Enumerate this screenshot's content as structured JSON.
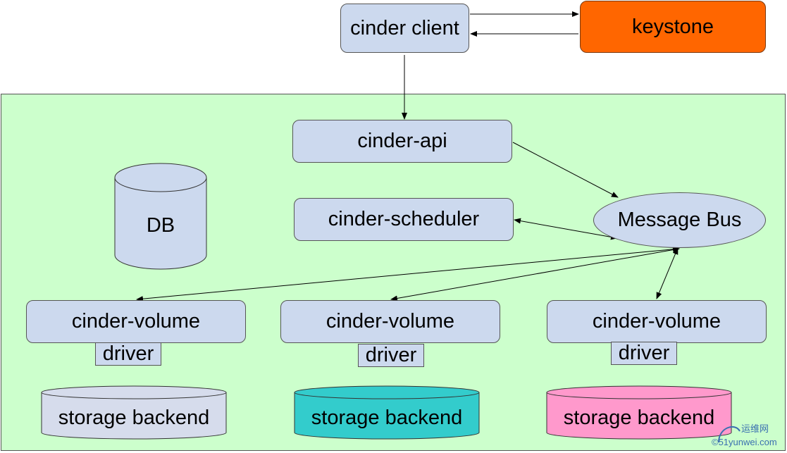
{
  "nodes": {
    "cinder_client": "cinder client",
    "keystone": "keystone",
    "cinder_api": "cinder-api",
    "cinder_scheduler": "cinder-scheduler",
    "message_bus": "Message Bus",
    "db": "DB",
    "volumes": [
      {
        "label": "cinder-volume",
        "driver": "driver",
        "storage": "storage backend",
        "storage_color": "#d6dcec"
      },
      {
        "label": "cinder-volume",
        "driver": "driver",
        "storage": "storage backend",
        "storage_color": "#33cccc"
      },
      {
        "label": "cinder-volume",
        "driver": "driver",
        "storage": "storage backend",
        "storage_color": "#ff99cc"
      }
    ]
  },
  "colors": {
    "region": "#ccffcc",
    "box": "#ccd9ee",
    "keystone": "#ff6600"
  },
  "watermark": {
    "line1": "运维网",
    "line2": "©51yunwei.com"
  }
}
